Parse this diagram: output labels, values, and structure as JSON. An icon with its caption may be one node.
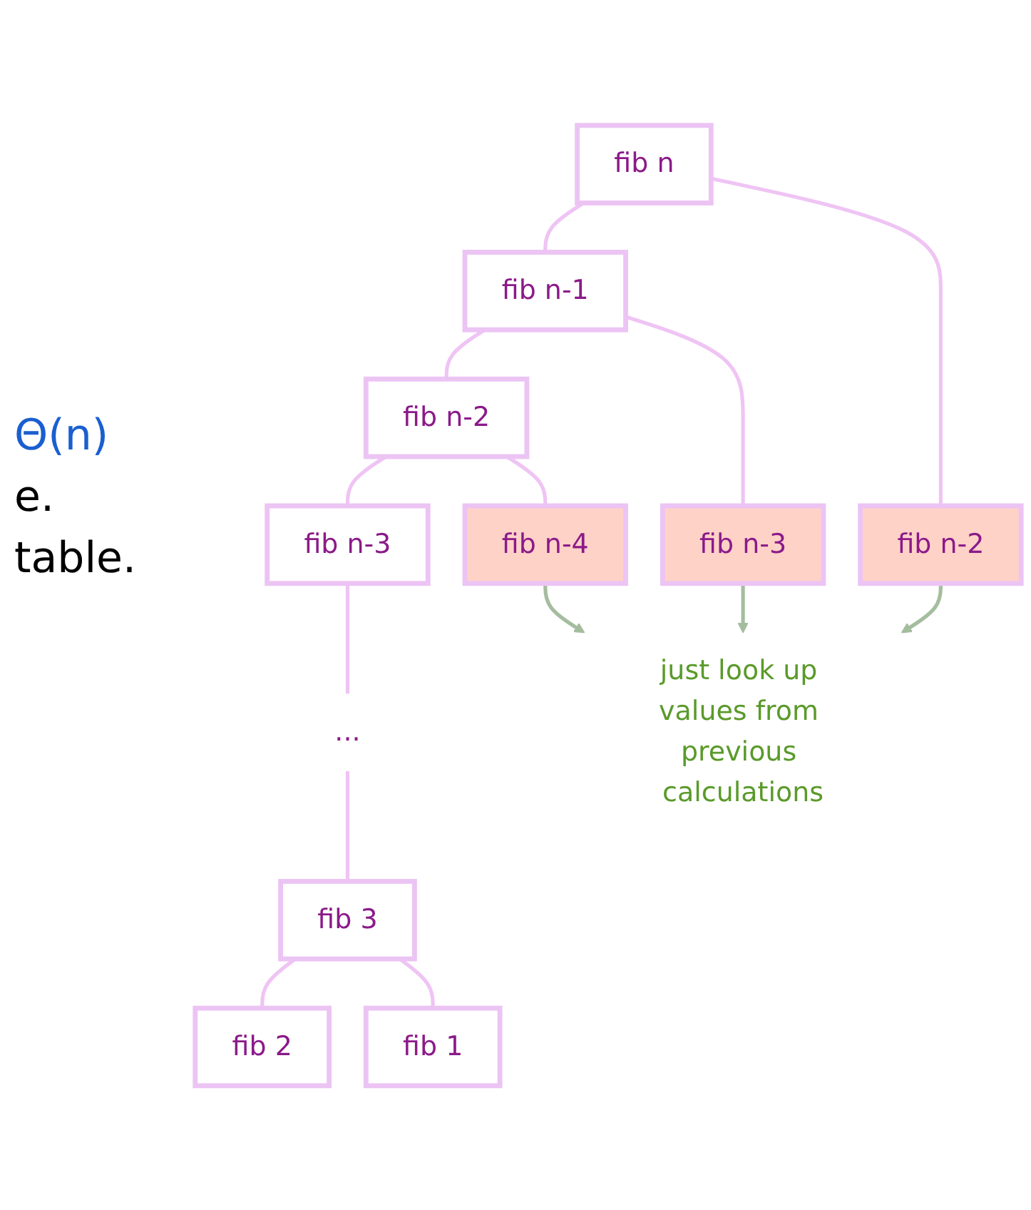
{
  "diagram": {
    "nodes": [
      {
        "text": [
          "fib n"
        ]
      },
      {
        "text": [
          "fib n-1"
        ]
      },
      {
        "text": [
          "fib n-2"
        ]
      },
      {
        "text": [
          "fib n-2"
        ]
      },
      {
        "text": [
          "fib n-3"
        ]
      },
      {
        "text": [
          "fib n-3"
        ]
      },
      {
        "text": [
          "fib n-4"
        ]
      },
      {
        "text": [
          "..."
        ]
      },
      {
        "text": [
          "fib 3"
        ]
      },
      {
        "text": [
          "fib 2"
        ]
      },
      {
        "text": [
          "fib 1"
        ]
      },
      {
        "text": [
          "just look up values from previous calculations"
        ]
      }
    ],
    "edges": [
      {
        "from": 0,
        "to": 1,
        "arrow": "none"
      },
      {
        "from": 0,
        "to": 2,
        "arrow": "none"
      },
      {
        "from": 1,
        "to": 3,
        "arrow": "none"
      },
      {
        "from": 1,
        "to": 4,
        "arrow": "none"
      },
      {
        "from": 3,
        "to": 5,
        "arrow": "none"
      },
      {
        "from": 3,
        "to": 6,
        "arrow": "none"
      },
      {
        "from": 5,
        "to": 7,
        "arrow": "none"
      },
      {
        "from": 7,
        "to": 8,
        "arrow": "none"
      },
      {
        "from": 8,
        "to": 9,
        "arrow": "none"
      },
      {
        "from": 8,
        "to": 10,
        "arrow": "none"
      },
      {
        "from": 2,
        "to": 11,
        "arrow": "to",
        "color": "#a5bd9f"
      },
      {
        "from": 4,
        "to": 11,
        "arrow": "to",
        "color": "#a5bd9f"
      },
      {
        "from": 6,
        "to": 11,
        "arrow": "to",
        "color": "#a5bd9f"
      }
    ],
    "labels": [
      "Θ(n)",
      "e.",
      "table."
    ]
  }
}
